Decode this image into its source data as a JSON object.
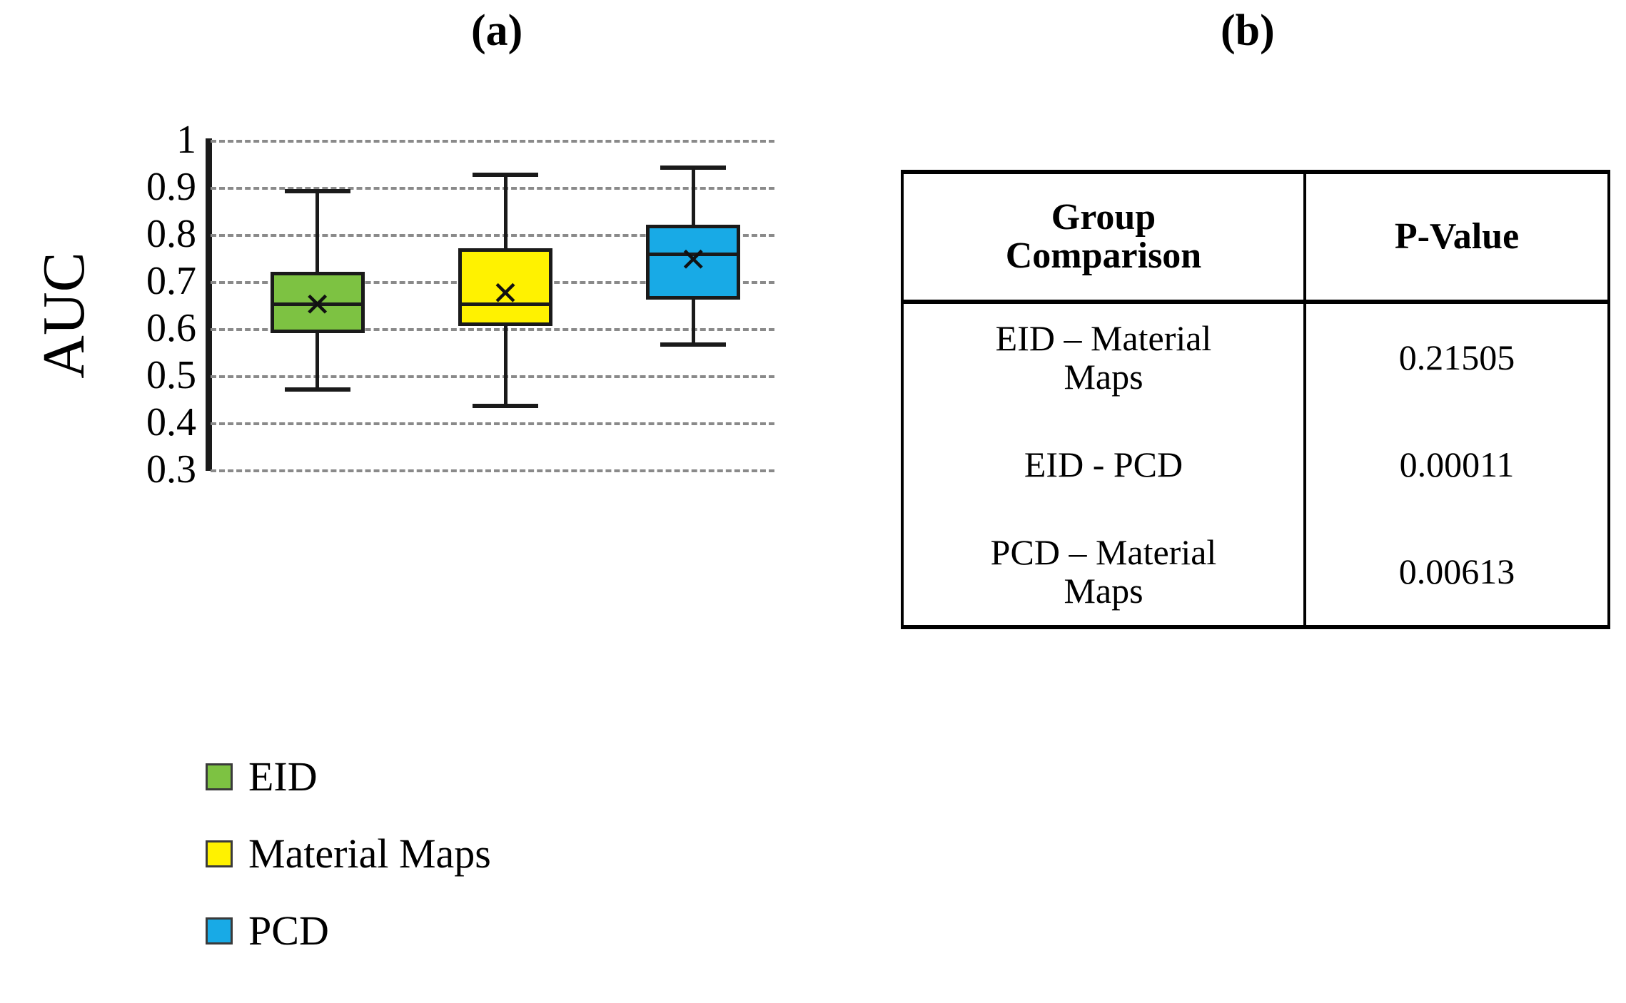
{
  "panels": {
    "a_label": "(a)",
    "b_label": "(b)"
  },
  "chart_data": {
    "type": "box",
    "title": "",
    "xlabel": "",
    "ylabel": "AUC",
    "ylim": [
      0.3,
      1.0
    ],
    "ytick_labels": [
      "1",
      "0.9",
      "0.8",
      "0.7",
      "0.6",
      "0.5",
      "0.4",
      "0.3"
    ],
    "ytick_values": [
      1,
      0.9,
      0.8,
      0.7,
      0.6,
      0.5,
      0.4,
      0.3
    ],
    "grid": "horizontal-dashed",
    "legend_position": "below-left",
    "categories": [
      "EID",
      "Material Maps",
      "PCD"
    ],
    "colors": {
      "EID": "#7DC242",
      "Material Maps": "#FFF200",
      "PCD": "#18AAE6",
      "outline": "#1A1A1A",
      "gridline": "#8A8A8A"
    },
    "boxes": [
      {
        "name": "EID",
        "color": "#7DC242",
        "whisker_low": 0.465,
        "q1": 0.59,
        "median": 0.655,
        "q3": 0.72,
        "whisker_high": 0.895,
        "mean": 0.65
      },
      {
        "name": "Material Maps",
        "color": "#FFF200",
        "whisker_low": 0.43,
        "q1": 0.605,
        "median": 0.655,
        "q3": 0.77,
        "whisker_high": 0.93,
        "mean": 0.675
      },
      {
        "name": "PCD",
        "color": "#18AAE6",
        "whisker_low": 0.56,
        "q1": 0.66,
        "median": 0.76,
        "q3": 0.82,
        "whisker_high": 0.945,
        "mean": 0.745
      }
    ]
  },
  "legend": {
    "items": [
      {
        "label": "EID",
        "color": "#7DC242"
      },
      {
        "label": "Material Maps",
        "color": "#FFF200"
      },
      {
        "label": "PCD",
        "color": "#18AAE6"
      }
    ]
  },
  "table": {
    "headers": [
      "Group\nComparison",
      "P-Value"
    ],
    "rows": [
      {
        "comparison": "EID – Material\nMaps",
        "pvalue": "0.21505"
      },
      {
        "comparison": "EID - PCD",
        "pvalue": "0.00011"
      },
      {
        "comparison": "PCD – Material\nMaps",
        "pvalue": "0.00613"
      }
    ]
  }
}
